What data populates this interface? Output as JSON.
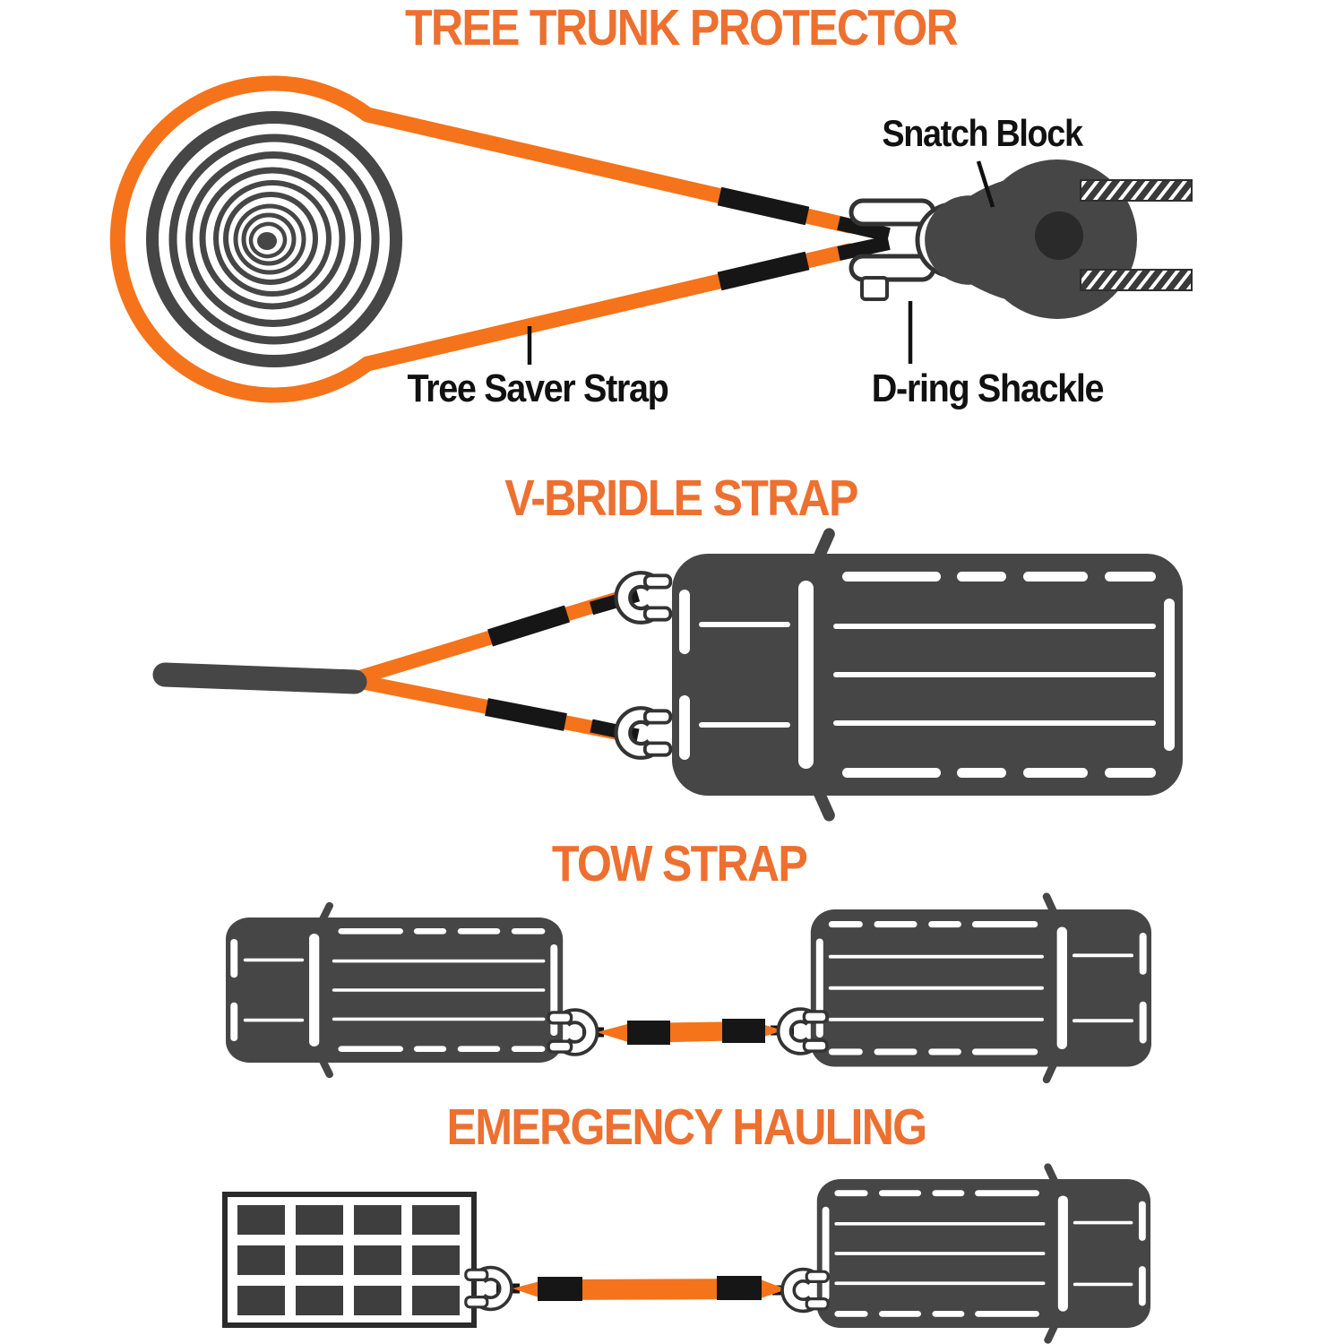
{
  "colors": {
    "accent_orange": "#ED7030",
    "strap_orange": "#F5731A",
    "dark_gray": "#464646",
    "pin_gray": "#2A2A2A",
    "sleeve_black": "#161616",
    "label_black": "#111111",
    "background": "#FFFFFF"
  },
  "sections": {
    "tree_trunk_protector": {
      "title": "TREE TRUNK PROTECTOR",
      "labels": {
        "snatch_block": "Snatch Block",
        "tree_saver_strap": "Tree Saver Strap",
        "d_ring_shackle": "D-ring Shackle"
      }
    },
    "v_bridle_strap": {
      "title": "V-BRIDLE STRAP"
    },
    "tow_strap": {
      "title": "TOW STRAP"
    },
    "emergency_hauling": {
      "title": "EMERGENCY HAULING"
    }
  }
}
